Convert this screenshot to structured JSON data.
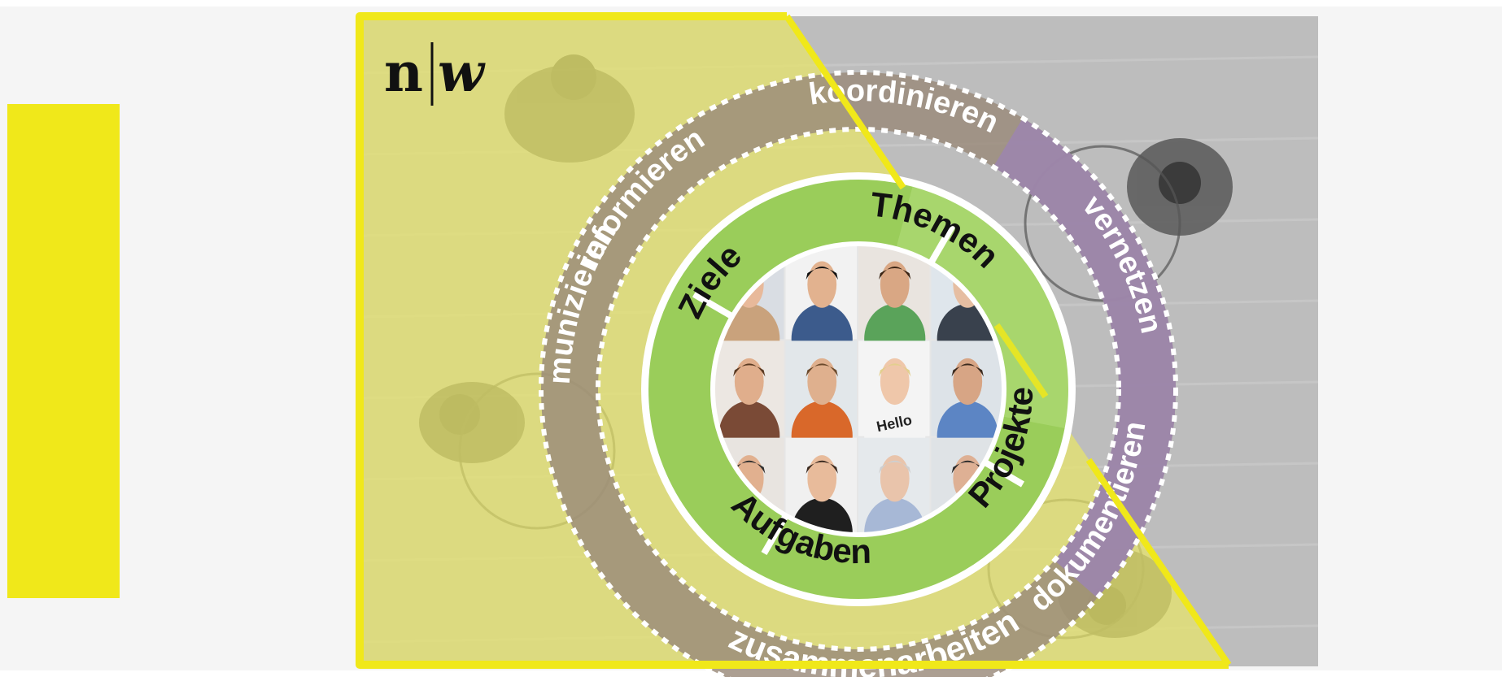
{
  "logo": {
    "left": "n",
    "right": "w"
  },
  "outer_ring": {
    "labels": [
      "informieren",
      "koordinieren",
      "vernetzen",
      "dokumentieren",
      "zusammenarbeiten",
      "kommunizieren"
    ]
  },
  "inner_ring": {
    "labels": [
      "Themen",
      "Projekte",
      "Aufgaben",
      "Ziele"
    ]
  },
  "photo_grid": {
    "badge_text": "Hello",
    "rows": 3,
    "cols": 4
  },
  "colors": {
    "page_bg": "#f5f5f5",
    "yellow_accent": "#f0e81a",
    "yellow_tint": "#e7e49a",
    "gray_photo": "#b9b9b9",
    "purple_band": "#9c86ac",
    "taupe_band": "#9a8a7a",
    "green_ring": "#9acd5a",
    "green_ring_light": "#a9d66b",
    "white": "#ffffff"
  }
}
